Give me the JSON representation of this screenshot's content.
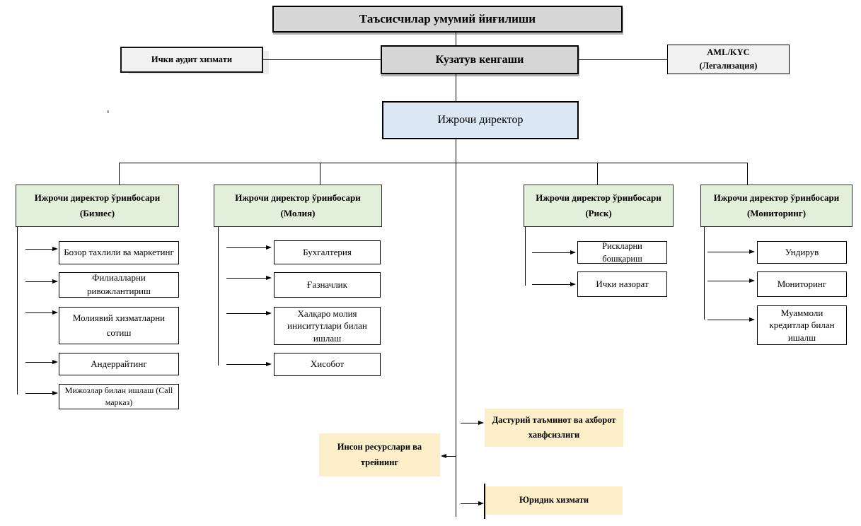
{
  "nodes": {
    "founders": "Таъсисчилар умумий йиғилиши",
    "supervisory_board": "Кузатув кенгаши",
    "internal_audit": "Ички аудит хизмати",
    "aml_line1": "AML/KYC",
    "aml_line2": "(Легализация)",
    "executive_director": "Ижрочи директор",
    "deputy_title": "Ижрочи директор ўринбосари",
    "deputy_business": "(Бизнес)",
    "deputy_finance": "(Молия)",
    "deputy_risk": "(Риск)",
    "deputy_monitoring": "(Мониторинг)"
  },
  "units": {
    "business": [
      "Бозор тахлили ва маркетинг",
      "Филиалларни ривожлантириш",
      "Молиявий хизматларни сотиш",
      "Андеррайтинг",
      "Мижозлар билан ишлаш (Call марказ)"
    ],
    "finance": [
      "Бухгалтерия",
      "Ғазначлик",
      "Халқаро молия иниситутлари билан ишлаш",
      "Хисобот"
    ],
    "risk": [
      "Рискларни бошқариш",
      "Ички назорат"
    ],
    "monitoring": [
      "Ундирув",
      "Мониторинг",
      "Муаммоли кредитлар билан ишалш"
    ],
    "support": [
      "Дастурий таъминот ва ахборот хавфсизлиги",
      "Инсон ресурслари ва трейнинг",
      "Юридик хизмати"
    ]
  },
  "colors": {
    "gray_box": "#d6d6d6",
    "light_gray_box": "#f1f1f1",
    "blue_box": "#dbe7f3",
    "green_box": "#e2efda",
    "yellow_box": "#fdeeca",
    "line": "#000000"
  }
}
